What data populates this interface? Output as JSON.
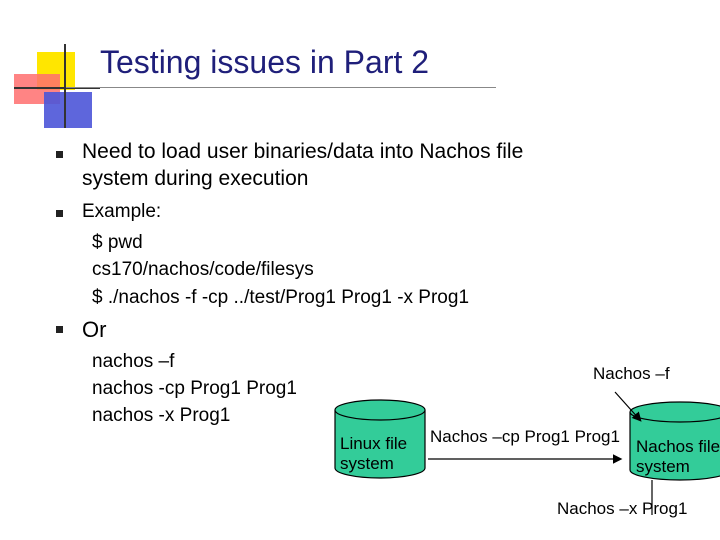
{
  "title": "Testing issues in Part 2",
  "bullets": {
    "b1_line1": "Need to load user binaries/data into Nachos file",
    "b1_line2": "system during execution",
    "b2_label": "Example:",
    "b2_line1": "$ pwd",
    "b2_line2": "cs170/nachos/code/filesys",
    "b2_line3": "$ ./nachos -f -cp ../test/Prog1  Prog1 -x Prog1",
    "b3_label": "Or",
    "b3_line1": "nachos –f",
    "b3_line2": "nachos  -cp  Prog1  Prog1",
    "b3_line3": "nachos -x Prog1"
  },
  "diagram": {
    "linux_fs_line1": "Linux file",
    "linux_fs_line2": "system",
    "nachos_fs_line1": "Nachos file",
    "nachos_fs_line2": "system",
    "label_format": "Nachos –f",
    "label_copy": "Nachos –cp Prog1 Prog1",
    "label_exec": "Nachos –x Prog1",
    "cylinder_color": "#33cc99"
  }
}
